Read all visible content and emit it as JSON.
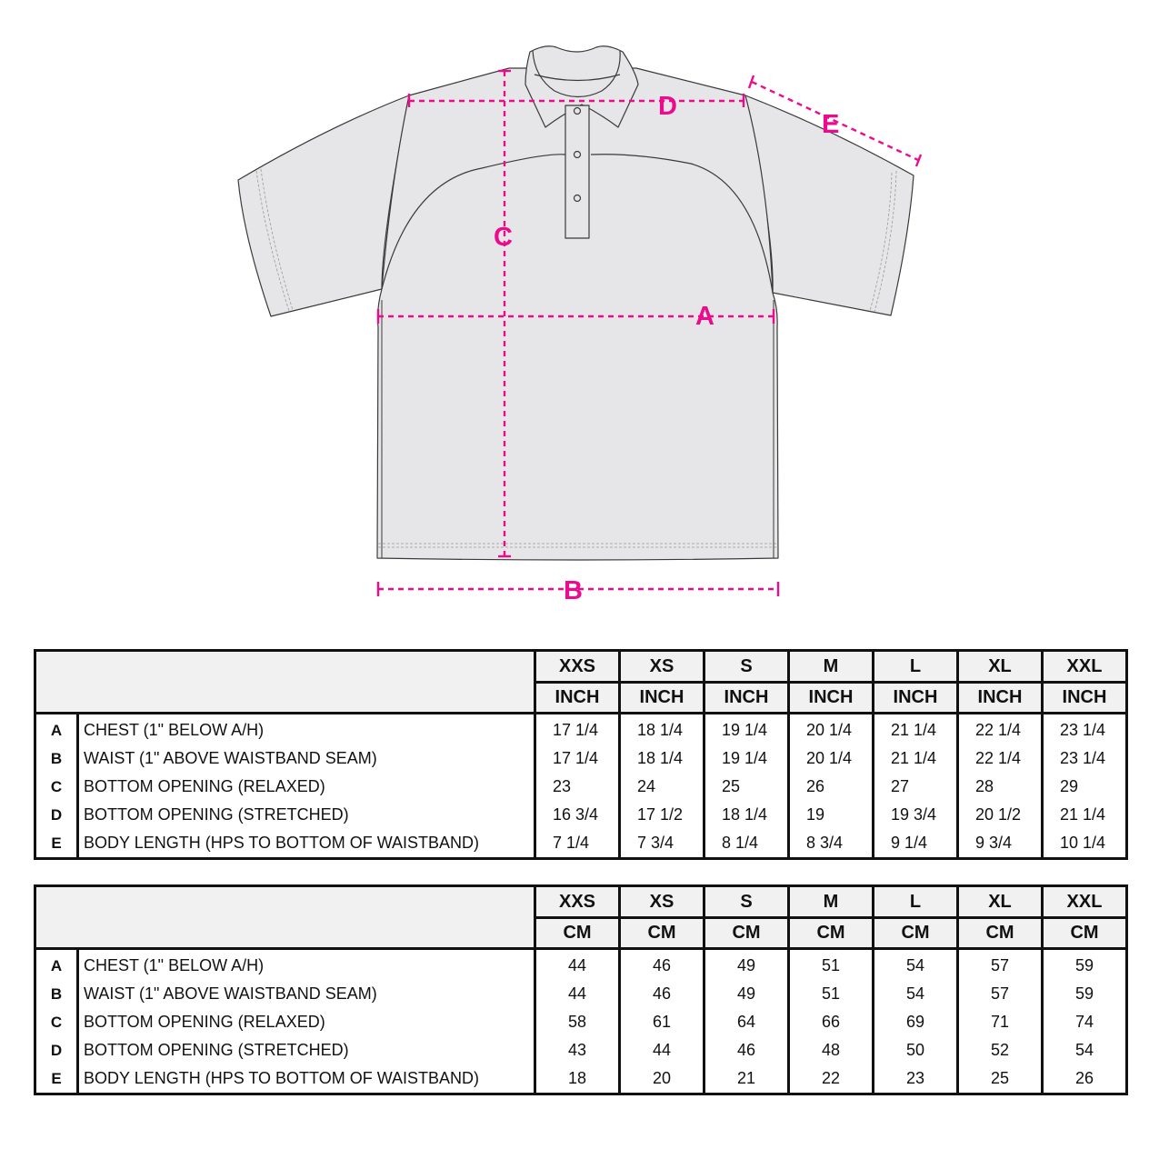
{
  "diagram": {
    "garment": "polo shirt (front view)",
    "accent_color": "#ec0b8c",
    "garment_fill": "#e6e6e8",
    "markers": [
      {
        "label": "A",
        "meaning": "chest width"
      },
      {
        "label": "B",
        "meaning": "waist / bottom width"
      },
      {
        "label": "C",
        "meaning": "body length"
      },
      {
        "label": "D",
        "meaning": "across shoulder"
      },
      {
        "label": "E",
        "meaning": "sleeve length"
      }
    ]
  },
  "tables": [
    {
      "unit_label": "INCH",
      "sizes": [
        "XXS",
        "XS",
        "S",
        "M",
        "L",
        "XL",
        "XXL"
      ],
      "rows": [
        {
          "letter": "A",
          "desc": "CHEST (1\" BELOW A/H)",
          "values": [
            "17 1/4",
            "18 1/4",
            "19 1/4",
            "20 1/4",
            "21 1/4",
            "22 1/4",
            "23 1/4"
          ]
        },
        {
          "letter": "B",
          "desc": "WAIST (1\" ABOVE WAISTBAND SEAM)",
          "values": [
            "17 1/4",
            "18 1/4",
            "19 1/4",
            "20 1/4",
            "21 1/4",
            "22 1/4",
            "23 1/4"
          ]
        },
        {
          "letter": "C",
          "desc": "BOTTOM OPENING (RELAXED)",
          "values": [
            "23",
            "24",
            "25",
            "26",
            "27",
            "28",
            "29"
          ]
        },
        {
          "letter": "D",
          "desc": "BOTTOM OPENING (STRETCHED)",
          "values": [
            "16 3/4",
            "17 1/2",
            "18 1/4",
            "19",
            "19 3/4",
            "20 1/2",
            "21 1/4"
          ]
        },
        {
          "letter": "E",
          "desc": "BODY LENGTH (HPS TO BOTTOM OF WAISTBAND)",
          "values": [
            "7 1/4",
            "7 3/4",
            "8 1/4",
            "8 3/4",
            "9 1/4",
            "9 3/4",
            "10 1/4"
          ]
        }
      ]
    },
    {
      "unit_label": "CM",
      "sizes": [
        "XXS",
        "XS",
        "S",
        "M",
        "L",
        "XL",
        "XXL"
      ],
      "rows": [
        {
          "letter": "A",
          "desc": "CHEST (1\" BELOW A/H)",
          "values": [
            "44",
            "46",
            "49",
            "51",
            "54",
            "57",
            "59"
          ]
        },
        {
          "letter": "B",
          "desc": "WAIST (1\" ABOVE WAISTBAND SEAM)",
          "values": [
            "44",
            "46",
            "49",
            "51",
            "54",
            "57",
            "59"
          ]
        },
        {
          "letter": "C",
          "desc": "BOTTOM OPENING (RELAXED)",
          "values": [
            "58",
            "61",
            "64",
            "66",
            "69",
            "71",
            "74"
          ]
        },
        {
          "letter": "D",
          "desc": "BOTTOM OPENING (STRETCHED)",
          "values": [
            "43",
            "44",
            "46",
            "48",
            "50",
            "52",
            "54"
          ]
        },
        {
          "letter": "E",
          "desc": "BODY LENGTH (HPS TO BOTTOM OF WAISTBAND)",
          "values": [
            "18",
            "20",
            "21",
            "22",
            "23",
            "25",
            "26"
          ]
        }
      ]
    }
  ]
}
